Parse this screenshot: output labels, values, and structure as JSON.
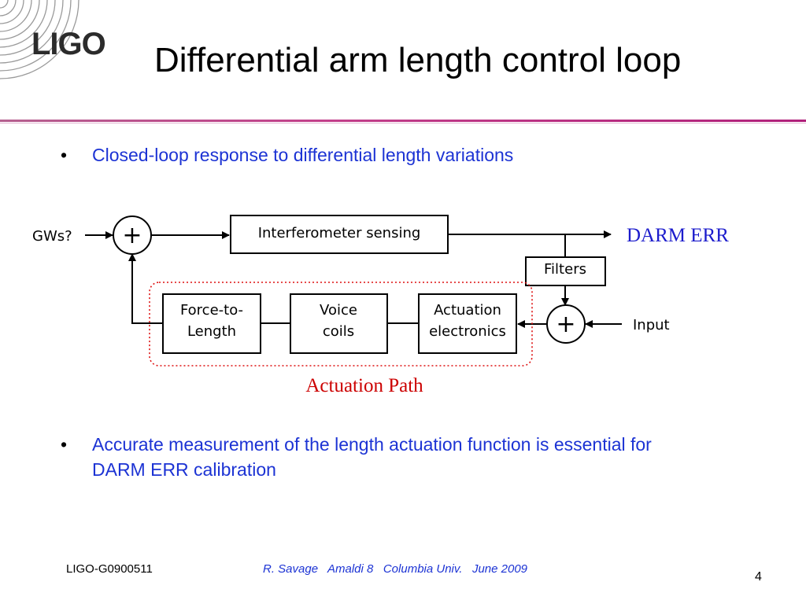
{
  "logo": {
    "text": "LIGO"
  },
  "title": "Differential arm length control loop",
  "bullets": [
    "Closed-loop response to differential length variations",
    "Accurate measurement of the length actuation function is essential for DARM ERR calibration"
  ],
  "diagram": {
    "gws_label": "GWs?",
    "sum_symbol": "+",
    "interferometer": "Interferometer sensing",
    "filters": "Filters",
    "force_line1": "Force-to-",
    "force_line2": "Length",
    "voice_line1": "Voice",
    "voice_line2": "coils",
    "actuation_line1": "Actuation",
    "actuation_line2": "electronics",
    "input_label": "Input",
    "darm_err": "DARM ERR",
    "actuation_path": "Actuation Path"
  },
  "footer": {
    "doc_id": "LIGO-G0900511",
    "credit": "R. Savage   Amaldi 8   Columbia Univ.   June 2009",
    "page": "4"
  },
  "colors": {
    "bullet_text": "#1c33d4",
    "accent_rule": "#c23f8a",
    "darm_err": "#1c1ccc",
    "actuation_path": "#cc0000"
  }
}
